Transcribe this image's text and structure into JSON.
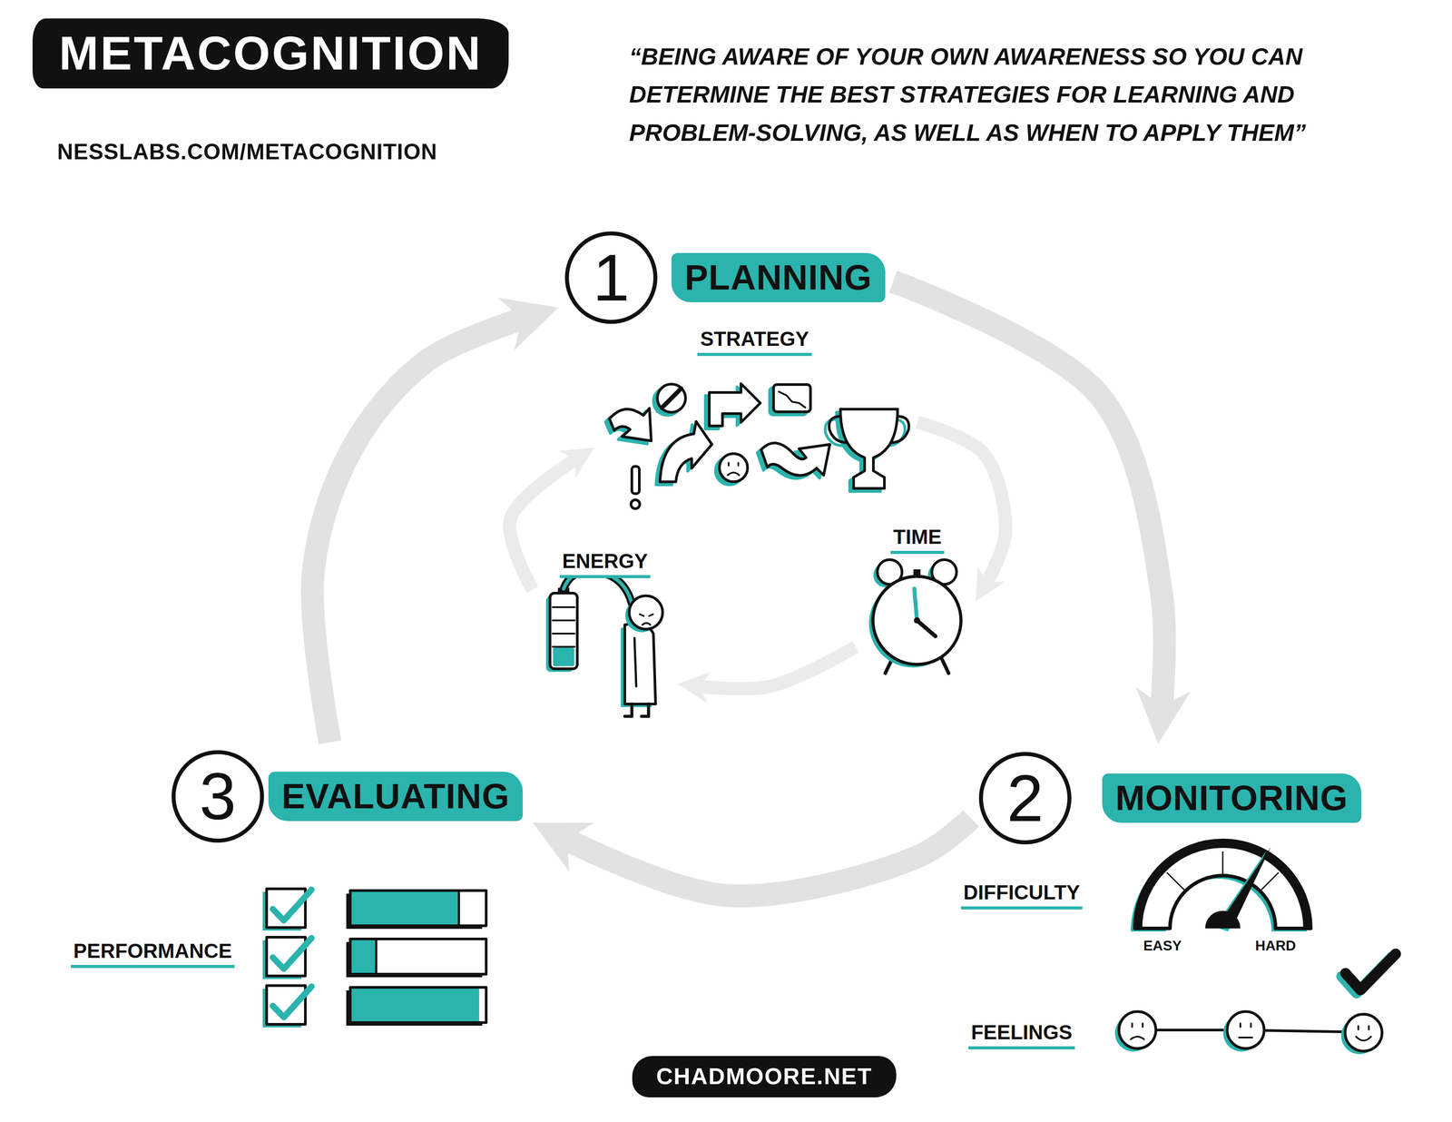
{
  "diagram": {
    "title": "METACOGNITION",
    "nodes": [
      {
        "text": [
          "1",
          "PLANNING"
        ]
      },
      {
        "text": [
          "STRATEGY"
        ]
      },
      {
        "text": [
          "ENERGY"
        ]
      },
      {
        "text": [
          "TIME"
        ]
      },
      {
        "text": [
          "3",
          "EVALUATING"
        ]
      },
      {
        "text": [
          "2",
          "MONITORING"
        ]
      },
      {
        "text": [
          "CHADMOORE.NET"
        ]
      }
    ],
    "edges": [
      {
        "from": 0,
        "to": 5,
        "arrow": "to"
      },
      {
        "from": 5,
        "to": 4,
        "arrow": "to"
      },
      {
        "from": 4,
        "to": 0,
        "arrow": "to"
      },
      {
        "from": 1,
        "to": 3,
        "arrow": "to"
      },
      {
        "from": 3,
        "to": 2,
        "arrow": "to"
      },
      {
        "from": 2,
        "to": 1,
        "arrow": "to"
      }
    ],
    "labels": [
      "NESSLABS.COM/METACOGNITION",
      "“BEING AWARE OF YOUR OWN AWARENESS SO YOU CAN DETERMINE THE BEST STRATEGIES FOR LEARNING AND PROBLEM-SOLVING, AS WELL AS WHEN TO APPLY THEM”",
      "DIFFICULTY",
      "EASY",
      "HARD",
      "FEELINGS",
      "PERFORMANCE"
    ]
  }
}
